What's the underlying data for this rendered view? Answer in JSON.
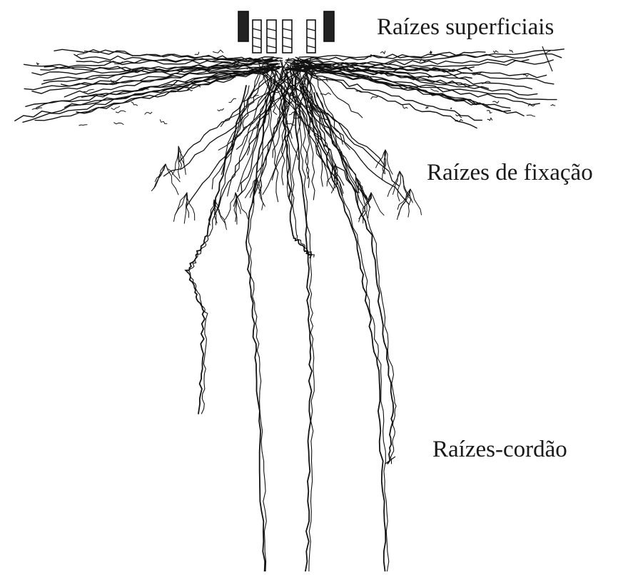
{
  "labels": {
    "superficiais": "Raízes superficiais",
    "fixacao": "Raízes de fixação",
    "cordao": "Raízes-cordão"
  },
  "colors": {
    "ink": "#111111",
    "background": "#ffffff"
  }
}
